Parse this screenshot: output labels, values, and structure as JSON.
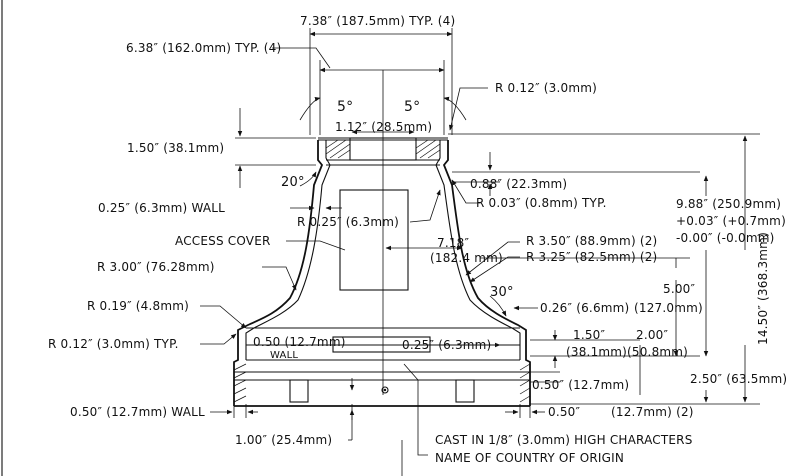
{
  "labels": {
    "top_width": "7.38″ (187.5mm) TYP. (4)",
    "inner_width": "6.38″ (162.0mm) TYP. (4)",
    "angle_left": "5°",
    "angle_right": "5°",
    "r_top": "R 0.12″ (3.0mm)",
    "neck_width": "1.12″ (28.5mm)",
    "neck_height": "1.50″ (38.1mm)",
    "angle_20": "20°",
    "dim_088": "0.88″ (22.3mm)",
    "r_003": "R 0.03″ (0.8mm) TYP.",
    "wall_025": "0.25″ (6.3mm) WALL",
    "r_025": "R 0.25″ (6.3mm)",
    "access_cover": "ACCESS COVER",
    "dim_718_a": "7.18″",
    "dim_718_b": "(182.4 mm)",
    "r_350": "R 3.50″ (88.9mm) (2)",
    "r_325": "R 3.25″ (82.5mm) (2)",
    "dim_988_a": "9.88″ (250.9mm)",
    "dim_988_b": "+0.03″ (+0.7mm)",
    "dim_988_c": "-0.00″ (-0.0mm)",
    "r_300": "R 3.00″ (76.28mm)",
    "angle_30": "30°",
    "dim_500_a": "5.00″",
    "dim_500_b": "(127.0mm)",
    "dim_026": "0.26″ (6.6mm)",
    "dim_1450": "14.50″ (368.3mm)",
    "r_019": "R 0.19″ (4.8mm)",
    "r_012": "R 0.12″ (3.0mm) TYP.",
    "wall_050_a": "0.50 (12.7mm)",
    "wall_050_b": "WALL",
    "dim_025b": "0.25″ (6.3mm)",
    "dim_150": "1.50″",
    "dim_150_mm": "(38.1mm)",
    "dim_200": "2.00″",
    "dim_200_mm": "(50.8mm)",
    "dim_050_right": "0.50″ (12.7mm)",
    "dim_250": "2.50″ (63.5mm)",
    "wall_050_bottom": "0.50″ (12.7mm) WALL",
    "dim_050_bottom": "0.50″",
    "dim_050_bottom_mm": "(12.7mm) (2)",
    "dim_100": "1.00″ (25.4mm)",
    "note_1": "CAST IN 1/8″ (3.0mm) HIGH CHARACTERS",
    "note_2": "NAME OF COUNTRY OF ORIGIN"
  }
}
